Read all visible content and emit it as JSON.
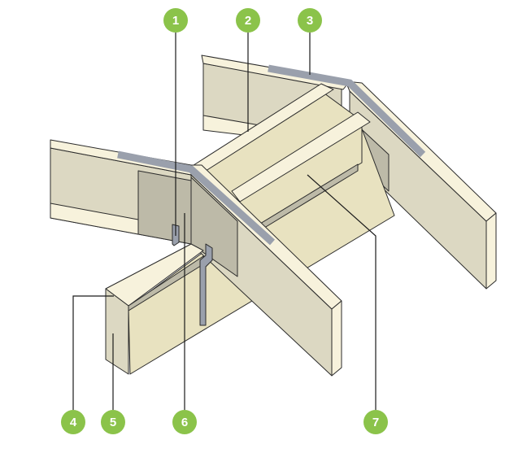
{
  "diagram": {
    "callouts": [
      {
        "number": "1"
      },
      {
        "number": "2"
      },
      {
        "number": "3"
      },
      {
        "number": "4"
      },
      {
        "number": "5"
      },
      {
        "number": "6"
      },
      {
        "number": "7"
      }
    ],
    "colors": {
      "callout": "#8bc34a",
      "top_face": "#f7f2dc",
      "side_face": "#dcd8c2",
      "shaded_face": "#bdbaa8",
      "floor": "#e8e2c0",
      "strap": "#9aa0ac"
    }
  }
}
